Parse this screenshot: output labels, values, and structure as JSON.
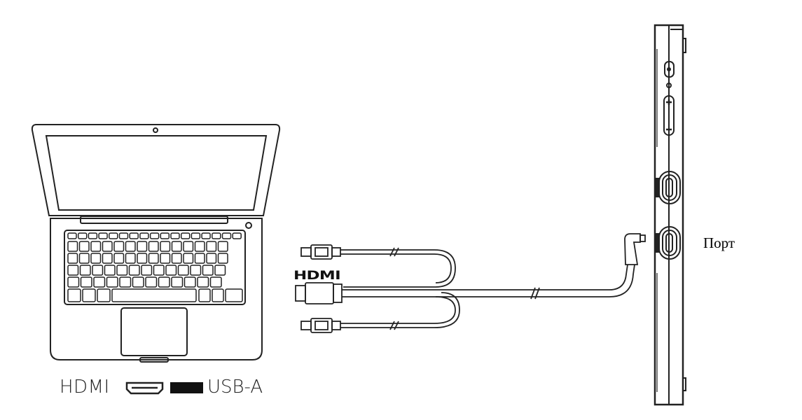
{
  "legend": {
    "hdmi_label": "HDMI",
    "usb_label": "USB-A"
  },
  "cable": {
    "label": "HDMI"
  },
  "monitor": {
    "port_label": "Порт"
  }
}
